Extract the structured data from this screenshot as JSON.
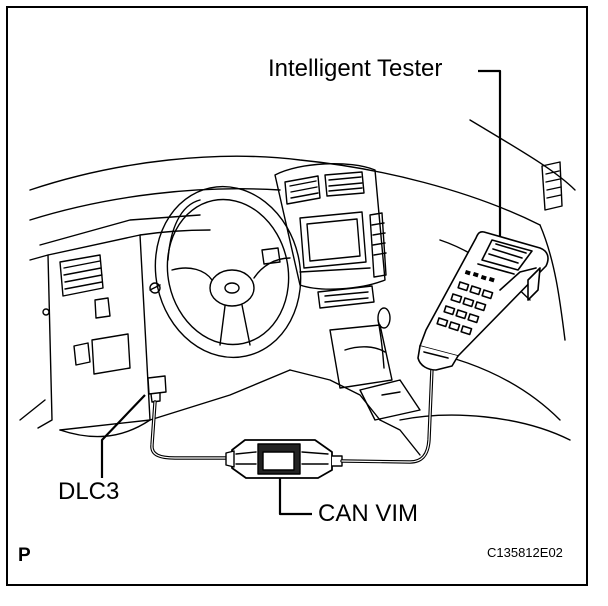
{
  "labels": {
    "intelligent_tester": "Intelligent Tester",
    "dlc3": "DLC3",
    "can_vim": "CAN VIM",
    "page_letter": "P",
    "figure_code": "C135812E02"
  }
}
